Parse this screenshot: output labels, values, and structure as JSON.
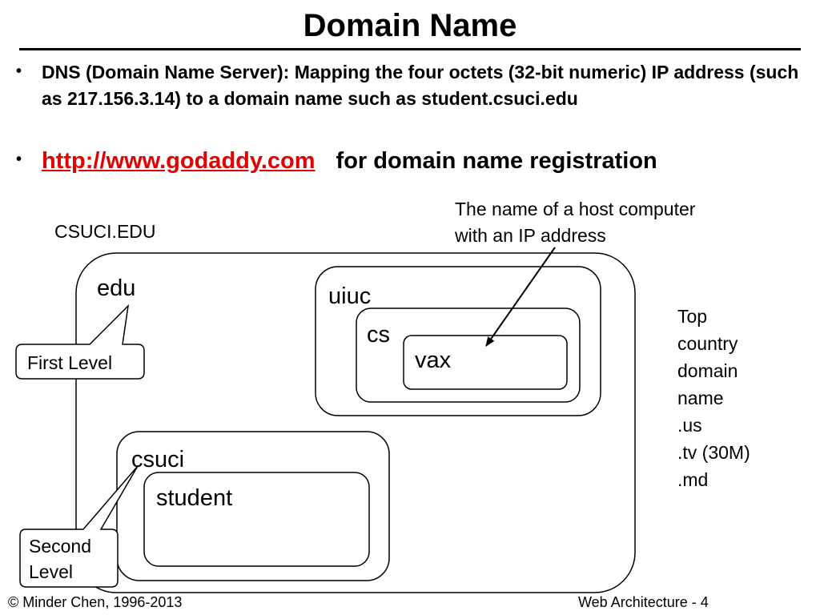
{
  "slide": {
    "title": "Domain Name",
    "bullets": [
      {
        "text": "DNS (Domain Name Server): Mapping the four octets (32-bit numeric) IP address (such as 217.156.3.14) to a domain name such as student.csuci.edu"
      },
      {
        "link_text": "http://www.godaddy.com",
        "rest_text": "for domain name registration"
      }
    ],
    "bullet_symbol": "•"
  },
  "diagram": {
    "zone_label": "CSUCI.EDU",
    "host_note_line1": "The name of a host computer",
    "host_note_line2": "with an IP address",
    "edu": "edu",
    "uiuc": "uiuc",
    "cs": "cs",
    "vax": "vax",
    "csuci": "csuci",
    "student": "student",
    "first_level": "First Level",
    "second_level_line1": "Second",
    "second_level_line2": "Level",
    "country_lines": [
      "Top",
      "country",
      "domain",
      "name",
      ".us",
      ".tv (30M)",
      ".md"
    ]
  },
  "footer": {
    "left": "© Minder Chen, 1996-2013",
    "right": "Web Architecture - 4"
  },
  "colors": {
    "link": "#e30000",
    "text": "#000000",
    "background": "#ffffff"
  }
}
